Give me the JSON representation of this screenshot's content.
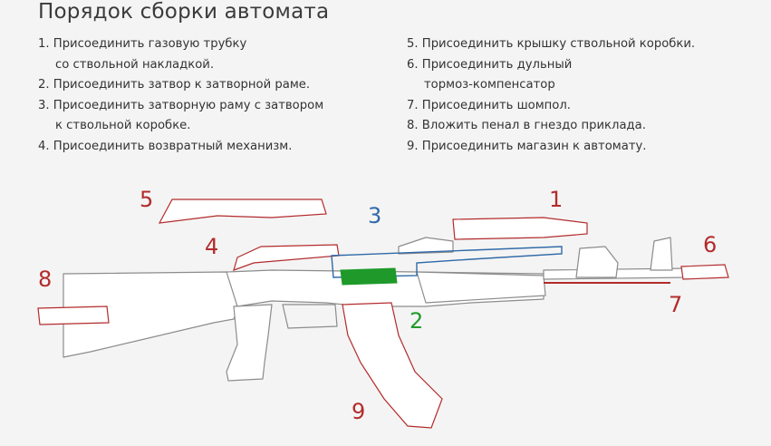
{
  "title": "Порядок сборки автомата",
  "steps_left": [
    {
      "line1": "1. Присоединить газовую трубку",
      "line2": "со ствольной накладкой."
    },
    {
      "line1": "2. Присоединить затвор к затворной раме.",
      "line2": ""
    },
    {
      "line1": "3. Присоединить затворную раму с затвором",
      "line2": "к ствольной коробке."
    },
    {
      "line1": "4. Присоединить возвратный механизм.",
      "line2": ""
    }
  ],
  "steps_right": [
    {
      "line1": "5. Присоединить крышку ствольной коробки.",
      "line2": ""
    },
    {
      "line1": "6. Присоединить дульный",
      "line2": "тормоз-компенсатор"
    },
    {
      "line1": "7. Присоединить шомпол.",
      "line2": ""
    },
    {
      "line1": "8. Вложить пенал в гнездо приклада.",
      "line2": ""
    },
    {
      "line1": "9. Присоединить магазин к автомату.",
      "line2": ""
    }
  ],
  "labels": {
    "n1": "1",
    "n2": "2",
    "n3": "3",
    "n4": "4",
    "n5": "5",
    "n6": "6",
    "n7": "7",
    "n8": "8",
    "n9": "9"
  },
  "colors": {
    "red": "#b32b2b",
    "blue": "#2f6aa8",
    "green": "#1f9a2a",
    "outline": "#8c8c8c",
    "fill": "#ffffff"
  }
}
